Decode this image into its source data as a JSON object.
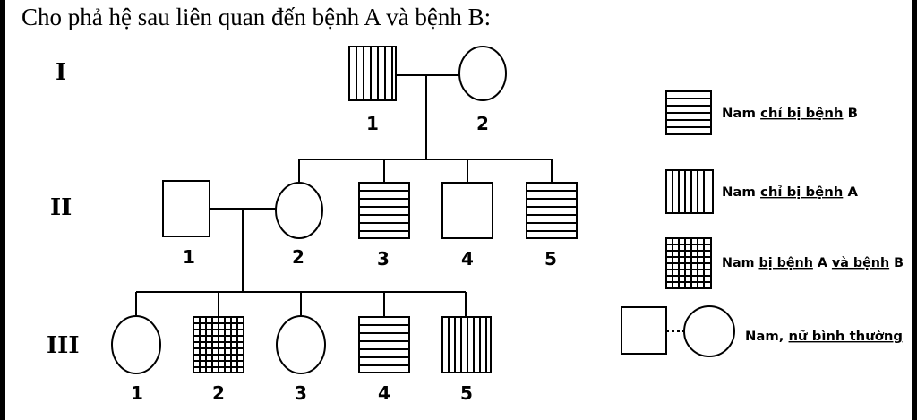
{
  "title": "Cho phả hệ sau liên quan đến bệnh A và bệnh B:",
  "generations": [
    "I",
    "II",
    "III"
  ],
  "individuals": {
    "I": [
      "1",
      "2"
    ],
    "II": [
      "1",
      "2",
      "3",
      "4",
      "5"
    ],
    "III": [
      "1",
      "2",
      "3",
      "4",
      "5"
    ]
  },
  "legend": [
    {
      "pattern": "horizontal",
      "prefix": "Nam ",
      "underlined": "chỉ bị bệnh",
      "suffix": " B"
    },
    {
      "pattern": "vertical",
      "prefix": "Nam ",
      "underlined": "chỉ bị bệnh",
      "suffix": " A"
    },
    {
      "pattern": "grid",
      "prefix": "Nam ",
      "underlined": "bị bệnh",
      "middle": " A ",
      "underlined2": "và bệnh",
      "suffix": " B"
    },
    {
      "pattern": "normal",
      "prefix": "Nam, ",
      "underlined": "nữ bình thường",
      "suffix": ""
    }
  ],
  "colors": {
    "line": "#000000",
    "background": "#ffffff",
    "frame": "#000000",
    "underline": "#2f7d32"
  }
}
